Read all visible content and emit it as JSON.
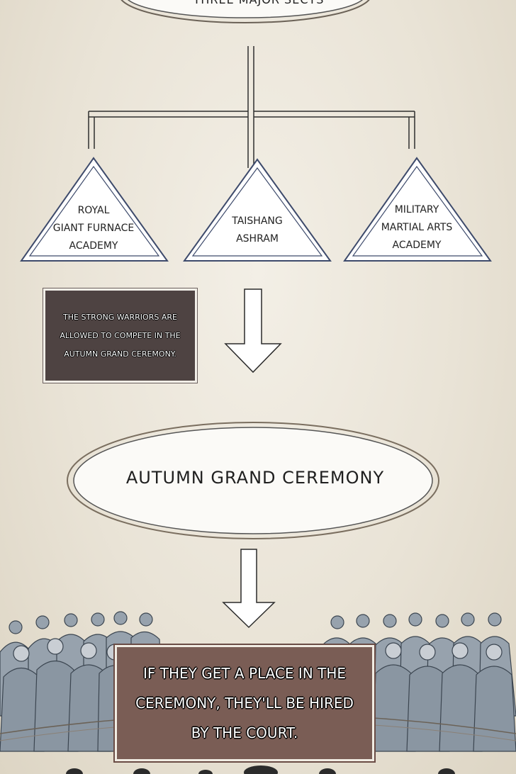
{
  "top_sect": {
    "label": "THREE MAJOR SECTS"
  },
  "sects": [
    {
      "label": "ROYAL GIANT FURNACE ACADEMY",
      "lines": [
        "ROYAL",
        "GIANT FURNACE",
        "ACADEMY"
      ]
    },
    {
      "label": "TAISHANG ASHRAM",
      "lines": [
        "TAISHANG",
        "ASHRAM"
      ]
    },
    {
      "label": "MILITARY MARTIAL ARTS ACADEMY",
      "lines": [
        "MILITARY",
        "MARTIAL ARTS",
        "ACADEMY"
      ]
    }
  ],
  "caption_top": {
    "text": "THE STRONG WARRIORS ARE ALLOWED TO COMPETE IN THE AUTUMN GRAND CEREMONY."
  },
  "ceremony": {
    "label": "AUTUMN GRAND CEREMONY"
  },
  "caption_bottom": {
    "text": "IF THEY GET A PLACE IN THE CEREMONY, THEY'LL BE HIRED BY THE COURT."
  },
  "colors": {
    "paper": "#ece6da",
    "line": "#333333",
    "dark_box": "#4e4342",
    "brown_box": "#7a5d55",
    "crowd": "#8f9aa6"
  }
}
